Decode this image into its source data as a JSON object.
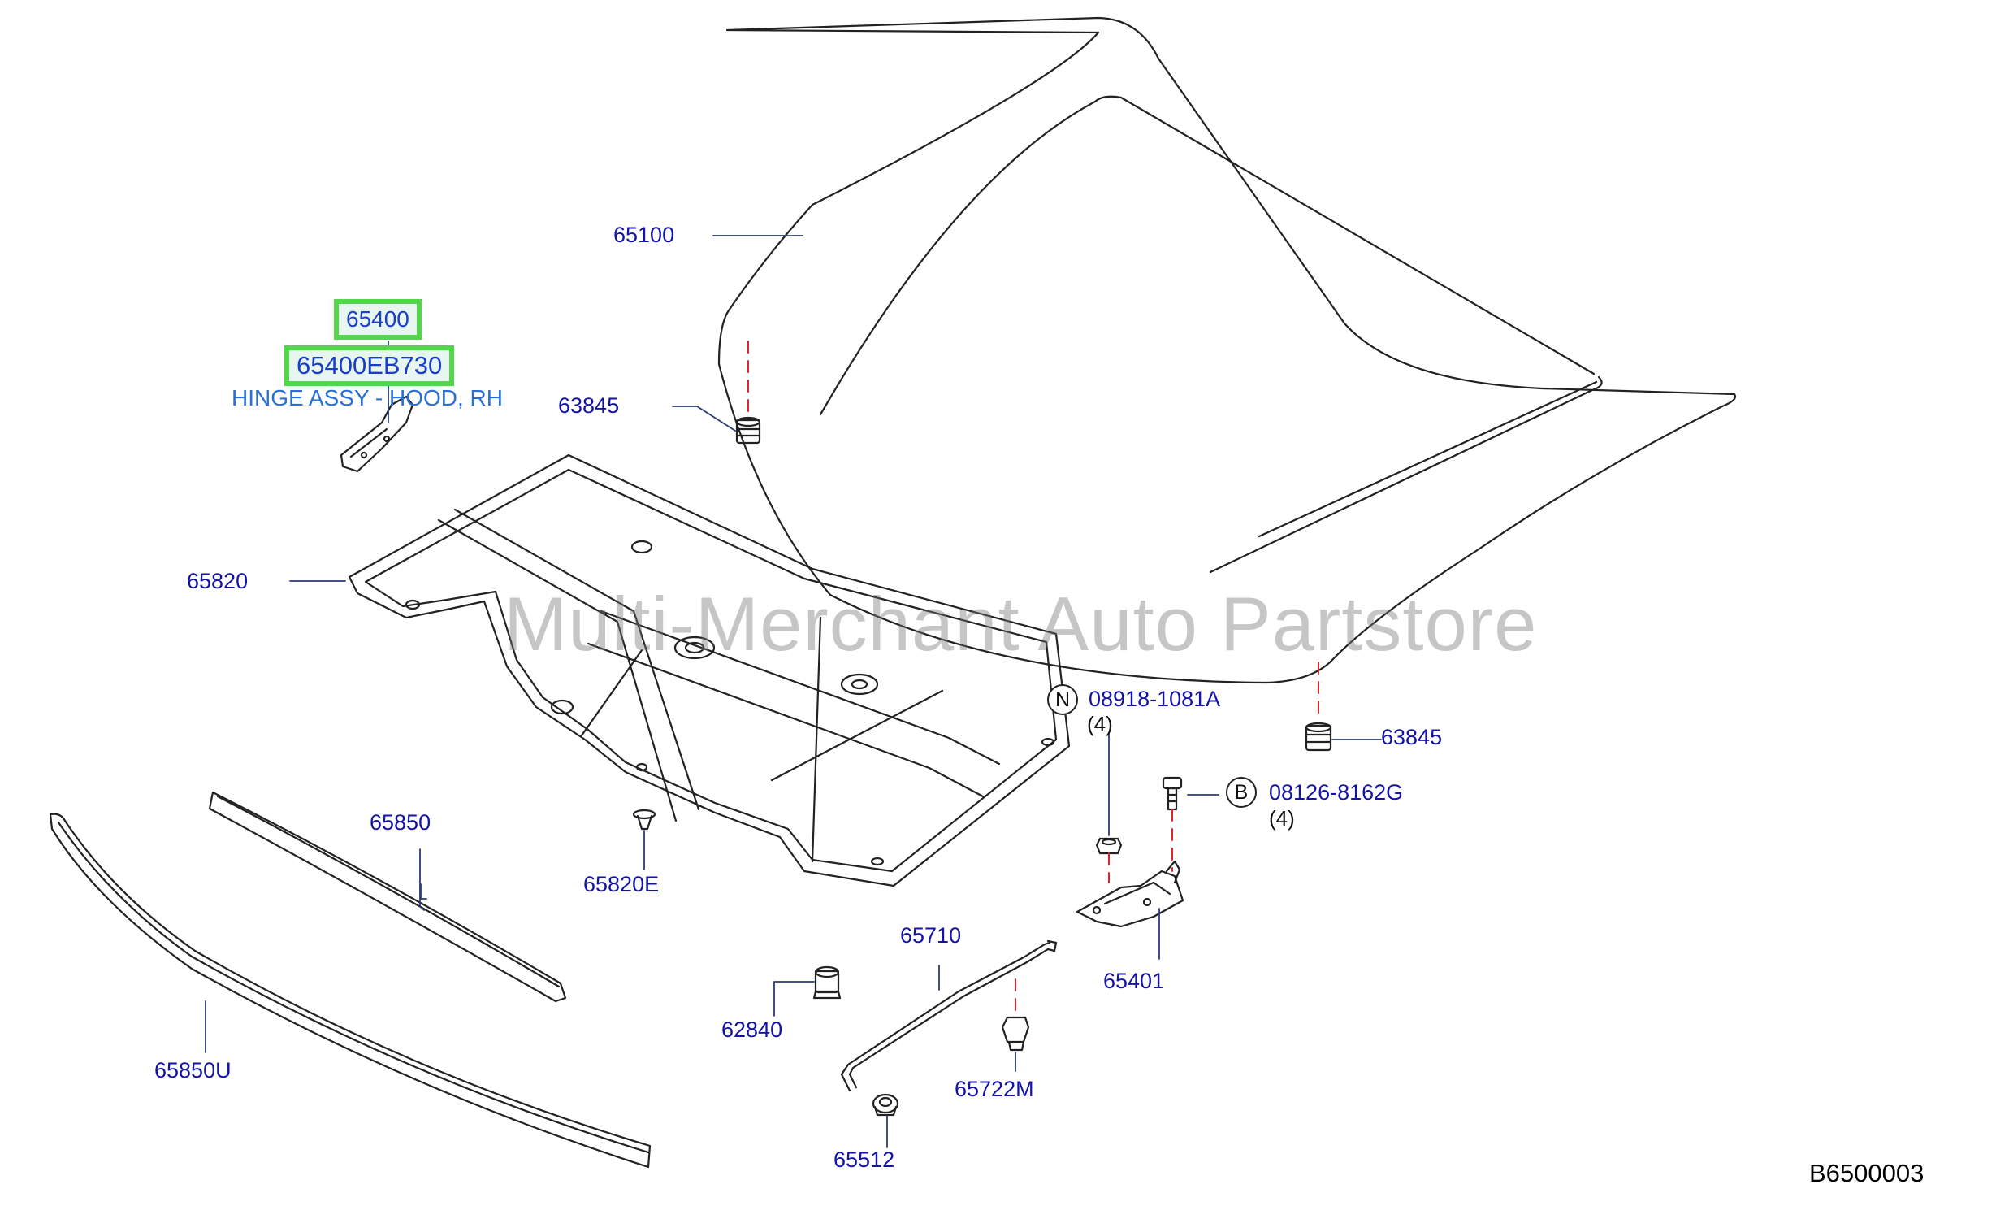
{
  "diagram": {
    "code": "B6500003",
    "watermark": "Multi-Merchant Auto Partstore",
    "highlight": {
      "part_number": "65400",
      "catalog_number": "65400EB730",
      "description": "HINGE ASSY - HOOD, RH"
    },
    "parts": {
      "p65100": "65100",
      "p63845_top": "63845",
      "p63845_right": "63845",
      "p65820": "65820",
      "p65850": "65850",
      "p65820E": "65820E",
      "p65850U": "65850U",
      "p08918": "08918-1081A",
      "p08126": "08126-8162G",
      "p65401": "65401",
      "p65710": "65710",
      "p62840": "62840",
      "p65722M": "65722M",
      "p65512": "65512"
    },
    "callouts": {
      "nut_letter": "N",
      "nut_qty": "(4)",
      "bolt_letter": "B",
      "bolt_qty": "(4)"
    },
    "colors": {
      "label": "#1313a8",
      "highlight_border": "#52d64a",
      "description": "#2a6fd6",
      "lines": "#222222",
      "dashes": "#d8262b"
    }
  }
}
